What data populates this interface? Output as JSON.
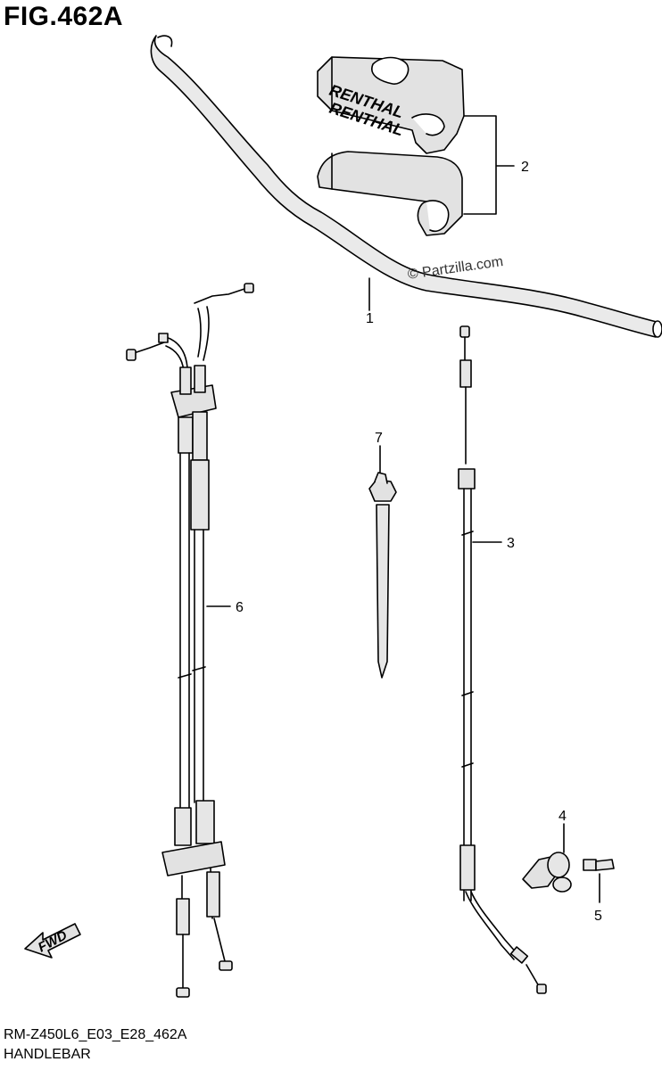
{
  "figure": {
    "title": "FIG.462A",
    "model_code": "RM-Z450L6_E03_E28_462A",
    "section_name": "HANDLEBAR",
    "watermark": "© Partzilla.com",
    "fwd_label": "FWD",
    "pad_brand": "RENTHAL"
  },
  "callouts": [
    {
      "ref": "1",
      "part": "handlebar"
    },
    {
      "ref": "2",
      "part": "handlebar-pad"
    },
    {
      "ref": "3",
      "part": "clutch-cable"
    },
    {
      "ref": "4",
      "part": "cable-guide-clamp"
    },
    {
      "ref": "5",
      "part": "bolt"
    },
    {
      "ref": "6",
      "part": "throttle-cable-assy"
    },
    {
      "ref": "7",
      "part": "cable-tie"
    }
  ],
  "colors": {
    "line": "#000000",
    "part_fill": "#e6e6e6",
    "background": "#ffffff"
  }
}
